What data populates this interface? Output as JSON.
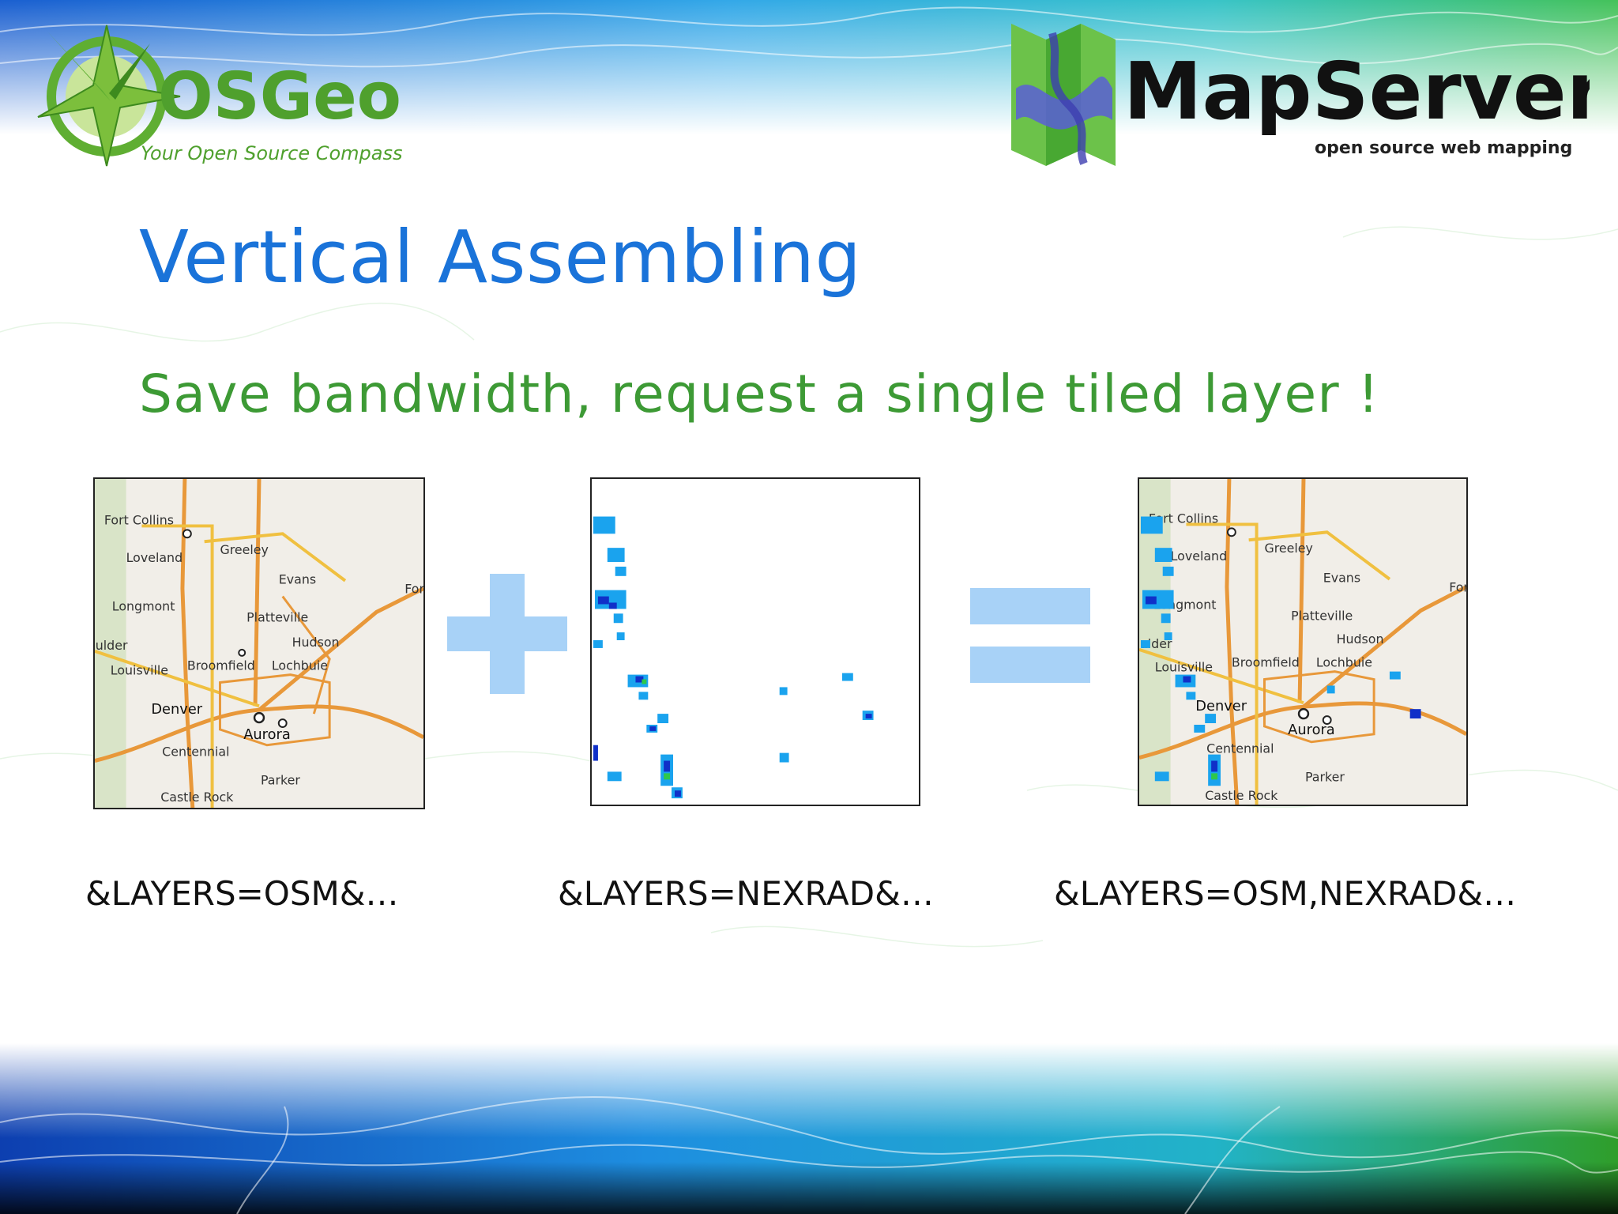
{
  "logos": {
    "osgeo": {
      "name": "OSGeo",
      "tagline": "Your Open Source Compass"
    },
    "mapserver": {
      "name": "MapServer",
      "tagline": "open source web mapping"
    }
  },
  "slide": {
    "title": "Vertical Assembling",
    "subtitle": "Save bandwidth, request a single tiled layer !"
  },
  "operators": {
    "plus": "+",
    "equals": "="
  },
  "captions": [
    "&LAYERS=OSM&…",
    "&LAYERS=NEXRAD&…",
    "&LAYERS=OSM,NEXRAD&…"
  ],
  "map_labels": {
    "fort_collins": "Fort Collins",
    "greeley": "Greeley",
    "loveland": "Loveland",
    "evans": "Evans",
    "longmont": "Longmont",
    "platteville": "Platteville",
    "boulder": "Boulder",
    "hudson": "Hudson",
    "louisville": "Louisville",
    "broomfield": "Broomfield",
    "lochbuie": "Lochbuie",
    "denver": "Denver",
    "aurora": "Aurora",
    "centennial": "Centennial",
    "parker": "Parker",
    "castle_rock": "Castle Rock",
    "fort_morgan_partial": "For"
  },
  "colors": {
    "title": "#1a73d9",
    "subtitle": "#3d9a35",
    "operator": "#a8d2f7",
    "road": "#e8983a",
    "highway": "#f0c040",
    "radar_light": "#1aa3ee",
    "radar_dark": "#1030c8",
    "radar_green": "#2ec84a"
  }
}
